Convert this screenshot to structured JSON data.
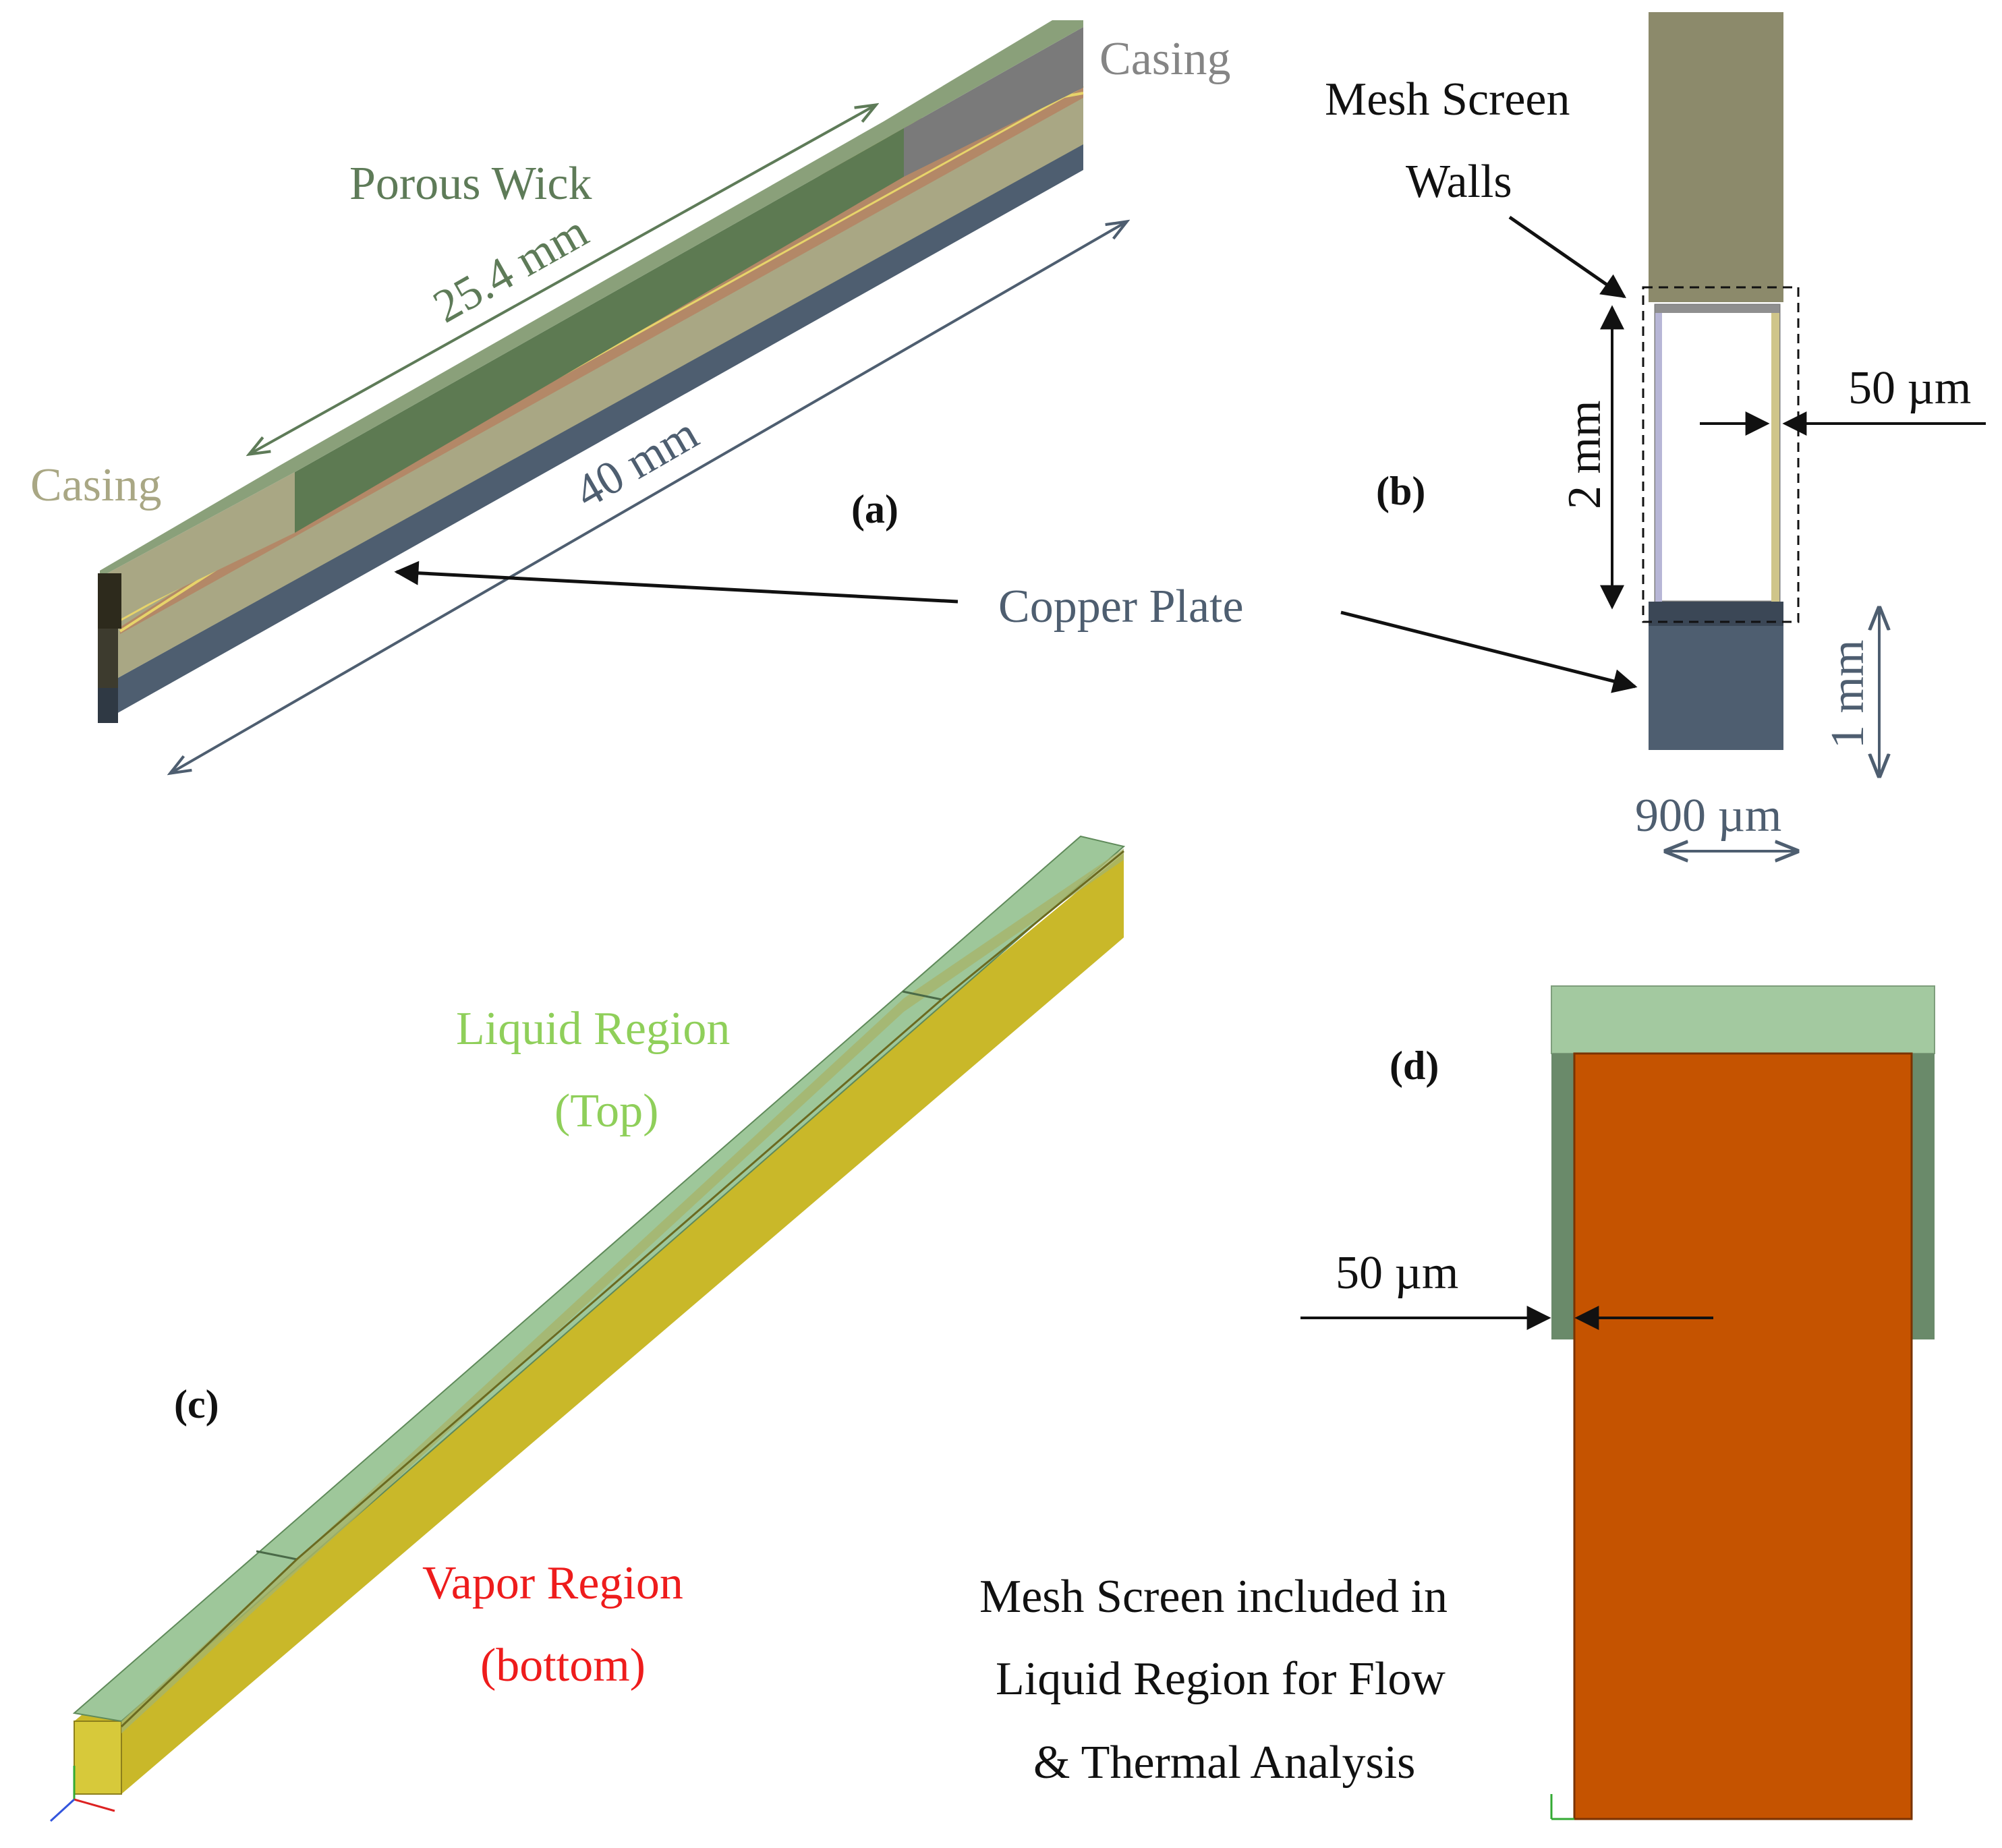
{
  "panels": {
    "a": {
      "tag": "(a)",
      "casing_right": "Casing",
      "casing_left": "Casing",
      "porous_wick": "Porous Wick",
      "wick_length": "25.4 mm",
      "total_length": "40 mm"
    },
    "b": {
      "tag": "(b)",
      "mesh_line1": "Mesh Screen",
      "mesh_line2": "Walls",
      "wall_thickness": "50 µm",
      "height": "2 mm",
      "plate_height": "1 mm",
      "width": "900 µm"
    },
    "shared": {
      "copper_plate": "Copper Plate"
    },
    "c": {
      "tag": "(c)",
      "liquid_line1": "Liquid Region",
      "liquid_line2": "(Top)",
      "vapor_line1": "Vapor Region",
      "vapor_line2": "(bottom)"
    },
    "d": {
      "tag": "(d)",
      "wall_thickness": "50 µm",
      "note_line1": "Mesh Screen included in",
      "note_line2": "Liquid Region for Flow",
      "note_line3": "& Thermal Analysis"
    }
  },
  "colors": {
    "casing_gray": "#7a7a7a",
    "casing_tan": "#a9a784",
    "wick_green": "#5d7a52",
    "wick_label": "#5e7b58",
    "copper_slate": "#4e5e70",
    "liquid_green": "#9ec79a",
    "vapor_red": "#ee1c1c",
    "vapor_yellow": "#c9b829",
    "orange": "#c55300",
    "mesh_dark_green": "#6a8a6a"
  }
}
